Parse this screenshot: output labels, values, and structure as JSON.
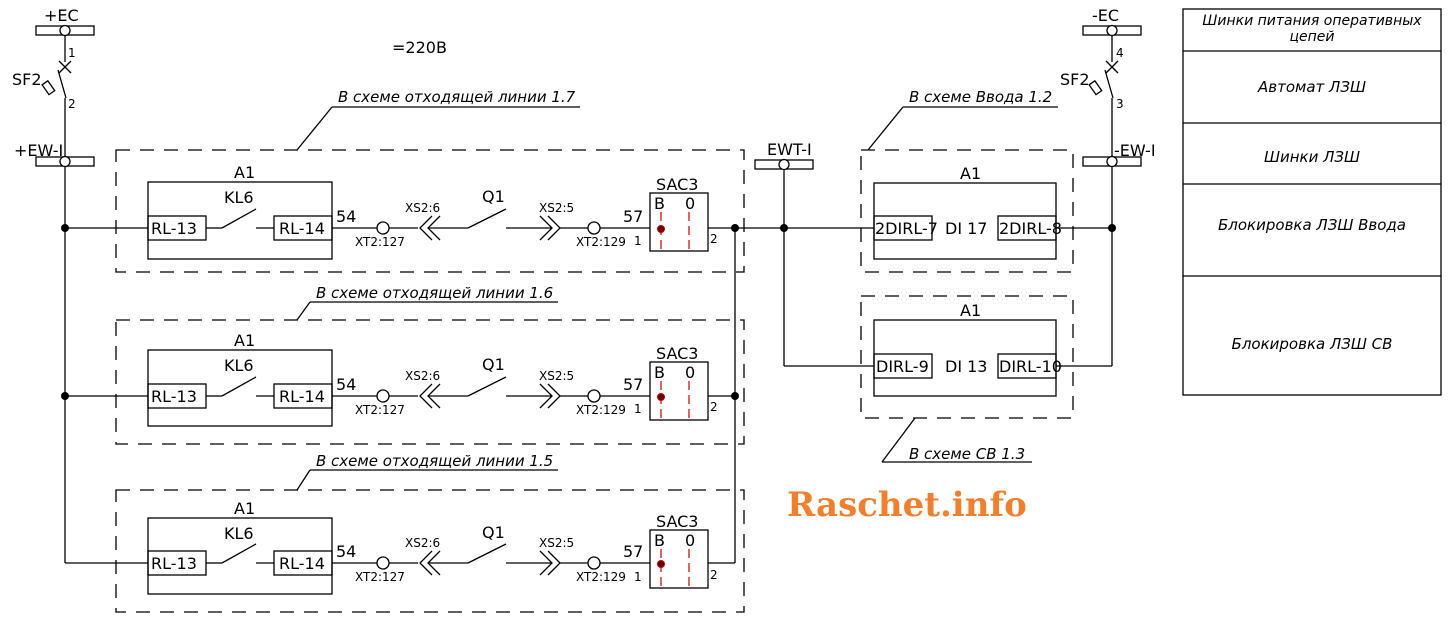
{
  "voltage": "=220В",
  "buses": {
    "plus_ec": "+EC",
    "minus_ec": "-EC",
    "plus_ew": "+EW-I",
    "minus_ew": "-EW-I",
    "ewt": "EWT-I"
  },
  "breakers": {
    "left": {
      "name": "SF2",
      "pin_top": "1",
      "pin_bottom": "2"
    },
    "right": {
      "name": "SF2",
      "pin_top": "4",
      "pin_bottom": "3"
    }
  },
  "feeders": [
    {
      "caption": "В схеме отходящей линии 1.7",
      "a1": "A1",
      "relay": "KL6",
      "rl_in": "RL-13",
      "rl_out": "RL-14",
      "n54": "54",
      "xs_in": "XS2:6",
      "xt_in": "XT2:127",
      "q": "Q1",
      "xs_out": "XS2:5",
      "xt_out": "XT2:129",
      "n57": "57",
      "sac": "SAC3",
      "sac_b": "В",
      "sac_0": "0",
      "sac_1": "1",
      "sac_2": "2"
    },
    {
      "caption": "В схеме отходящей линии 1.6",
      "a1": "A1",
      "relay": "KL6",
      "rl_in": "RL-13",
      "rl_out": "RL-14",
      "n54": "54",
      "xs_in": "XS2:6",
      "xt_in": "XT2:127",
      "q": "Q1",
      "xs_out": "XS2:5",
      "xt_out": "XT2:129",
      "n57": "57",
      "sac": "SAC3",
      "sac_b": "В",
      "sac_0": "0",
      "sac_1": "1",
      "sac_2": "2"
    },
    {
      "caption": "В схеме отходящей линии 1.5",
      "a1": "A1",
      "relay": "KL6",
      "rl_in": "RL-13",
      "rl_out": "RL-14",
      "n54": "54",
      "xs_in": "XS2:6",
      "xt_in": "XT2:127",
      "q": "Q1",
      "xs_out": "XS2:5",
      "xt_out": "XT2:129",
      "n57": "57",
      "sac": "SAC3",
      "sac_b": "В",
      "sac_0": "0",
      "sac_1": "1",
      "sac_2": "2"
    }
  ],
  "inputs": [
    {
      "caption": "В схеме Ввода 1.2",
      "a1": "A1",
      "pin_in": "2DIRL-7",
      "di": "DI 17",
      "pin_out": "2DIRL-8"
    },
    {
      "caption": "В схеме СВ 1.3",
      "a1": "A1",
      "pin_in": "DIRL-9",
      "di": "DI 13",
      "pin_out": "DIRL-10"
    }
  ],
  "legend": [
    "Шинки питания оперативных цепей",
    "Автомат ЛЗШ",
    "Шинки ЛЗШ",
    "Блокировка ЛЗШ Ввода",
    "Блокировка ЛЗШ СВ"
  ],
  "watermark": "Raschet.info",
  "colors": {
    "line": "#000000",
    "switch_marker": "#cc0000",
    "watermark": "#f07f2e"
  }
}
